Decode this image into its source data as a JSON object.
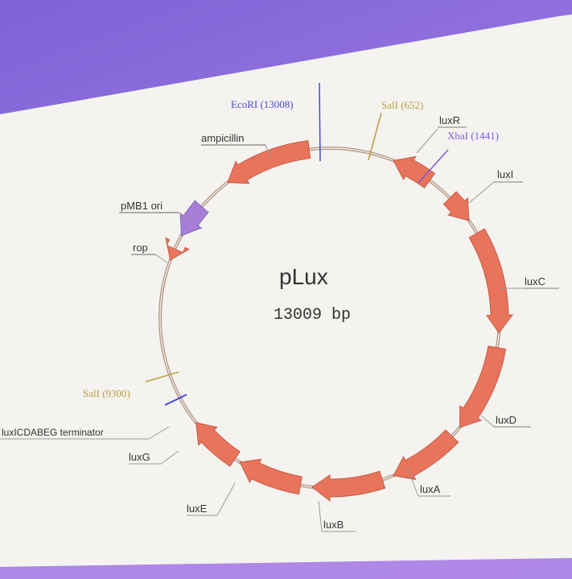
{
  "plasmid": {
    "name": "pLux",
    "size_label": "13009 bp"
  },
  "colors": {
    "gene": "#e8745c",
    "gene_stroke": "#c95a44",
    "ori": "#a77dd8",
    "backbone": "#b59a8a",
    "enzyme_blue": "#4a48d6",
    "enzyme_purple": "#7a5ad8",
    "enzyme_gold": "#b8a040"
  },
  "features": [
    {
      "id": "luxR",
      "label": "luxR"
    },
    {
      "id": "luxI",
      "label": "luxI"
    },
    {
      "id": "luxC",
      "label": "luxC"
    },
    {
      "id": "luxD",
      "label": "luxD"
    },
    {
      "id": "luxA",
      "label": "luxA"
    },
    {
      "id": "luxB",
      "label": "luxB"
    },
    {
      "id": "luxE",
      "label": "luxE"
    },
    {
      "id": "luxG",
      "label": "luxG"
    },
    {
      "id": "terminator",
      "label": "luxICDABEG terminator"
    },
    {
      "id": "rop",
      "label": "rop"
    },
    {
      "id": "ori",
      "label": "pMB1 ori"
    },
    {
      "id": "amp",
      "label": "ampicillin"
    }
  ],
  "sites": [
    {
      "id": "ecori",
      "label": "EcoRI (13008)"
    },
    {
      "id": "sali652",
      "label": "SalI (652)"
    },
    {
      "id": "xbai",
      "label": "XbaI (1441)"
    },
    {
      "id": "sali9300",
      "label": "SalI (9300)"
    }
  ]
}
